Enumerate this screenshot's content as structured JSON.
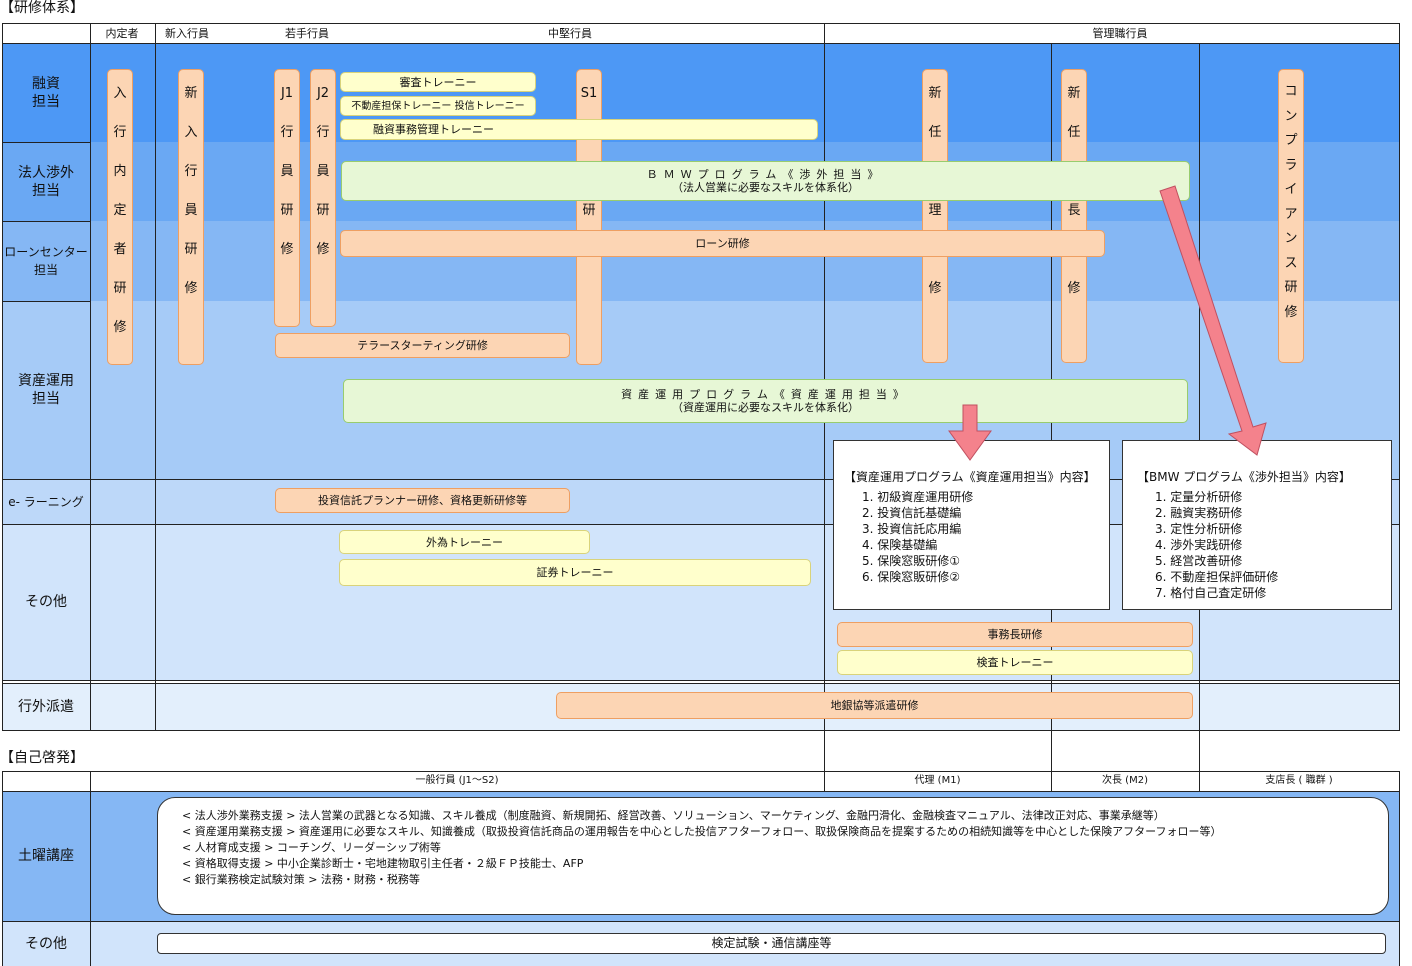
{
  "training": {
    "title": "【研修体系】",
    "headers": {
      "naiteisha": "内定者",
      "shinnyu": "新入行員",
      "wakate": "若手行員",
      "chuken": "中堅行員",
      "kanri": "管理職行員"
    },
    "rows": {
      "yushi": "融資\n担当",
      "hojin": "法人渉外\n担当",
      "loan": "ローンセンター\n担当",
      "shisan": "資産運用\n担当",
      "elearning": "e- ラーニング",
      "sonota": "その他",
      "kogai": "行外派遣"
    },
    "vertical": {
      "naitei": "入行内定者研修",
      "shinnyu": "新入行員研修",
      "j1_head": "J1",
      "j1_body": "行員研修",
      "j2_head": "J2",
      "j2_body": "行員研修",
      "s1_head": "S1",
      "s1_body": "行員研修",
      "dairi": "新任代理研修",
      "jicho": "新任次長研修",
      "compliance": "コンプライアンス研修"
    },
    "bars": {
      "shinsa": "審査トレーニー",
      "fudosan": "不動産担保トレーニー 投信トレーニー",
      "jimukanri": "融資事務管理トレーニー",
      "bmw_line1": "ＢＭＷプログラム《渉外担当》",
      "bmw_line2": "（法人営業に必要なスキルを体系化）",
      "loan": "ローン研修",
      "teller": "テラースターティング研修",
      "shisan_line1": "資産運用プログラム《資産運用担当》",
      "shisan_line2": "（資産運用に必要なスキルを体系化）",
      "toushin": "投資信託プランナー研修、資格更新研修等",
      "gaitame": "外為トレーニー",
      "shoken": "証券トレーニー",
      "jimucho": "事務長研修",
      "kensa": "検査トレーニー",
      "chigin": "地銀協等派遣研修"
    },
    "shisan_box": {
      "title": "【資産運用プログラム《資産運用担当》内容】",
      "items": [
        "1. 初級資産運用研修",
        "2. 投資信託基礎編",
        "3. 投資信託応用編",
        "4. 保険基礎編",
        "5. 保険窓販研修①",
        "6. 保険窓販研修②"
      ]
    },
    "bmw_box": {
      "title": "【BMW プログラム《渉外担当》内容】",
      "items": [
        "1. 定量分析研修",
        "2. 融資実務研修",
        "3. 定性分析研修",
        "4. 渉外実践研修",
        "5. 経営改善研修",
        "6. 不動産担保評価研修",
        "7. 格付自己査定研修"
      ]
    }
  },
  "self": {
    "title": "【自己啓発】",
    "headers": {
      "ippan": "一般行員 (J1〜S2)",
      "dairi": "代理 (M1)",
      "jicho": "次長 (M2)",
      "shitencho": "支店長 ( 職群 )"
    },
    "rows": {
      "doyo": "土曜講座",
      "sonota": "その他"
    },
    "doyo_lines": [
      "< 法人渉外業務支援 > 法人営業の武器となる知識、スキル養成（制度融資、新規開拓、経営改善、ソリューション、マーケティング、金融円滑化、金融検査マニュアル、法律改正対応、事業承継等）",
      "< 資産運用業務支援 > 資産運用に必要なスキル、知識養成（取扱投資信託商品の運用報告を中心とした投信アフターフォロー、取扱保険商品を提案するための相続知識等を中心とした保険アフターフォロー等）",
      "< 人材育成支援 > コーチング、リーダーシップ術等",
      "< 資格取得支援 > 中小企業診断士・宅地建物取引主任者・２級ＦＰ技能士、AFP",
      "< 銀行業務検定試験対策 > 法務・財務・税務等"
    ],
    "sonota_bar": "検定試験・通信講座等"
  },
  "colors": {
    "band1": "#4d98f5",
    "band2": "#6aa8f3",
    "band3": "#85b7f4",
    "band4": "#a6cbf7",
    "band5": "#bdd8f9",
    "band6": "#d1e4fb",
    "band7": "#e3effc",
    "arrow": "#f4828c"
  }
}
